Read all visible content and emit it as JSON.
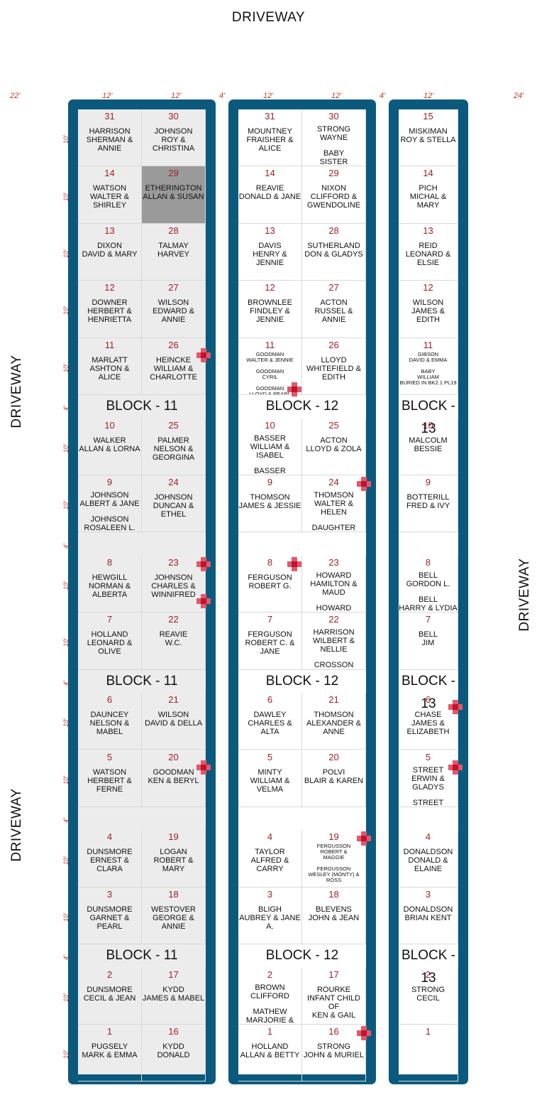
{
  "driveway_label": "DRIVEWAY",
  "block_labels": {
    "b11": "BLOCK - 11",
    "b12": "BLOCK - 12",
    "b13": "BLOCK - 13"
  },
  "dims": {
    "left_margin": "22'",
    "right_margin": "24'",
    "col": "12'",
    "gap": "4'",
    "row10": "10'",
    "row4": "4'"
  },
  "colors": {
    "frame": "#0b5a7e",
    "block11_bg": "#ececec",
    "highlight": "#9a9a9a",
    "number": "#a0202a",
    "cross": "#c8102e"
  },
  "block11": [
    {
      "l": {
        "n": "31",
        "t": "HARRISON\nSHERMAN & ANNIE"
      },
      "r": {
        "n": "30",
        "t": "JOHNSON\nROY & CHRISTINA"
      }
    },
    {
      "l": {
        "n": "14",
        "t": "WATSON\nWALTER & SHIRLEY"
      },
      "r": {
        "n": "29",
        "t": "ETHERINGTON\nALLAN & SUSAN"
      }
    },
    {
      "l": {
        "n": "13",
        "t": "DIXON\nDAVID & MARY"
      },
      "r": {
        "n": "28",
        "t": "TALMAY\nHARVEY"
      }
    },
    {
      "l": {
        "n": "12",
        "t": "DOWNER\nHERBERT &\nHENRIETTA"
      },
      "r": {
        "n": "27",
        "t": "WILSON\nEDWARD & ANNIE"
      }
    },
    {
      "l": {
        "n": "11",
        "t": "MARLATT\nASHTON & ALICE"
      },
      "r": {
        "n": "26",
        "t": "HEINCKE\nWILLIAM &\nCHARLOTTE"
      }
    },
    {
      "l": {
        "n": "10",
        "t": "WALKER\nALLAN & LORNA"
      },
      "r": {
        "n": "25",
        "t": "PALMER\nNELSON &\nGEORGINA"
      }
    },
    {
      "l": {
        "n": "9",
        "t": "JOHNSON\nALBERT & JANE",
        "t2": "JOHNSON\nROSALEEN L."
      },
      "r": {
        "n": "24",
        "t": "JOHNSON\nDUNCAN & ETHEL"
      }
    },
    {
      "l": {
        "n": "8",
        "t": "HEWGILL\nNORMAN &\nALBERTA"
      },
      "r": {
        "n": "23",
        "t": "JOHNSON\nCHARLES &\nWINNIFRED"
      }
    },
    {
      "l": {
        "n": "7",
        "t": "HOLLAND\nLEONARD & OLIVE"
      },
      "r": {
        "n": "22",
        "t": "REAVIE\nW.C."
      }
    },
    {
      "l": {
        "n": "6",
        "t": "DAUNCEY\nNELSON & MABEL"
      },
      "r": {
        "n": "21",
        "t": "WILSON\nDAVID & DELLA"
      }
    },
    {
      "l": {
        "n": "5",
        "t": "WATSON\nHERBERT & FERNE"
      },
      "r": {
        "n": "20",
        "t": "GOODMAN\nKEN & BERYL"
      }
    },
    {
      "l": {
        "n": "4",
        "t": "DUNSMORE\nERNEST & CLARA"
      },
      "r": {
        "n": "19",
        "t": "LOGAN\nROBERT & MARY"
      }
    },
    {
      "l": {
        "n": "3",
        "t": "DUNSMORE\nGARNET & PEARL"
      },
      "r": {
        "n": "18",
        "t": "WESTOVER\nGEORGE & ANNIE"
      }
    },
    {
      "l": {
        "n": "2",
        "t": "DUNSMORE\nCECIL & JEAN"
      },
      "r": {
        "n": "17",
        "t": "KYDD\nJAMES & MABEL"
      }
    },
    {
      "l": {
        "n": "1",
        "t": "PUGSELY\nMARK & EMMA"
      },
      "r": {
        "n": "16",
        "t": "KYDD\nDONALD"
      }
    }
  ],
  "block12": [
    {
      "l": {
        "n": "31",
        "t": "MOUNTNEY\nFRAISHER & ALICE"
      },
      "r": {
        "n": "30",
        "t": "STRONG\nWAYNE",
        "t2": "BABY\nSISTER"
      }
    },
    {
      "l": {
        "n": "14",
        "t": "REAVIE\nDONALD & JANE"
      },
      "r": {
        "n": "29",
        "t": "NIXON\nCLIFFORD &\nGWENDOLINE"
      }
    },
    {
      "l": {
        "n": "13",
        "t": "DAVIS\nHENRY & JENNIE"
      },
      "r": {
        "n": "28",
        "t": "SUTHERLAND\nDON & GLADYS"
      }
    },
    {
      "l": {
        "n": "12",
        "t": "BROWNLEE\nFINDLEY & JENNIE"
      },
      "r": {
        "n": "27",
        "t": "ACTON\nRUSSEL & ANNIE"
      }
    },
    {
      "l": {
        "n": "11",
        "s": "GOODMAN\nWALTER & JENNIE\n\nGOODMAN\nCYRIL\n\nGOODMAN\nLLOYD & PEARL"
      },
      "r": {
        "n": "26",
        "t": "LLOYD\nWHITEFIELD &\nEDITH"
      }
    },
    {
      "l": {
        "n": "10",
        "t": "BASSER\nWILLIAM & ISABEL",
        "t2": "BASSER\nPENNY BELLE"
      },
      "r": {
        "n": "25",
        "t": "ACTON\nLLOYD & ZOLA"
      }
    },
    {
      "l": {
        "n": "9",
        "t": "THOMSON\nJAMES & JESSIE"
      },
      "r": {
        "n": "24",
        "t": "THOMSON\nWALTER & HELEN",
        "t2": "DAUGHTER\nCORLENE"
      }
    },
    {
      "l": {
        "n": "8",
        "t": "FERGUSON\nROBERT  G."
      },
      "r": {
        "n": "23",
        "t": "HOWARD\nHAMILTON & MAUD",
        "t2": "HOWARD\nEMILY MAY"
      }
    },
    {
      "l": {
        "n": "7",
        "t": "FERGUSON\nROBERT  C. & JANE"
      },
      "r": {
        "n": "22",
        "t": "HARRISON\nWILBERT & NELLIE",
        "t2": "CROSSON\nINEZ"
      }
    },
    {
      "l": {
        "n": "6",
        "t": "DAWLEY\nCHARLES & ALTA"
      },
      "r": {
        "n": "21",
        "t": "THOMSON\nALEXANDER &\nANNE"
      }
    },
    {
      "l": {
        "n": "5",
        "t": "MINTY\nWILLIAM & VELMA"
      },
      "r": {
        "n": "20",
        "t": "POLVI\nBLAIR & KAREN"
      }
    },
    {
      "l": {
        "n": "4",
        "t": "TAYLOR\nALFRED & CARRY"
      },
      "r": {
        "n": "19",
        "s": "FERGUSSON\nROBERT &\nMAGGIE\n\nFERGUSSON\nWESLEY (MONTY) &\nROSS"
      }
    },
    {
      "l": {
        "n": "3",
        "t": "BLIGH\nAUBREY & JANE A."
      },
      "r": {
        "n": "18",
        "t": "BLEVENS\nJOHN & JEAN"
      }
    },
    {
      "l": {
        "n": "2",
        "t": "BROWN\nCLIFFORD",
        "t2": "MATHEW\nMARJORIE & BABY"
      },
      "r": {
        "n": "17",
        "t": "ROURKE\nINFANT CHILD\nOF\nKEN & GAIL"
      }
    },
    {
      "l": {
        "n": "1",
        "t": "HOLLAND\nALLAN & BETTY"
      },
      "r": {
        "n": "16",
        "t": "STRONG\nJOHN & MURIEL"
      }
    }
  ],
  "block13": [
    {
      "n": "15",
      "t": "MISKIMAN\nROY & STELLA"
    },
    {
      "n": "14",
      "t": "PICH\nMICHAL & MARY"
    },
    {
      "n": "13",
      "t": "REID\nLEONARD & ELSIE"
    },
    {
      "n": "12",
      "t": "WILSON\nJAMES & EDITH"
    },
    {
      "n": "11",
      "s": "GIBSON\nDAVID & EMMA\n\nBABY\nWILLIAM\nBURIED IN BK2.1 PL19"
    },
    {
      "n": "10",
      "t": "MALCOLM\nBESSIE"
    },
    {
      "n": "9",
      "t": "BOTTERILL\nFRED & IVY"
    },
    {
      "n": "8",
      "t": "BELL\nGORDON L.",
      "t2": "BELL\nHARRY & LYDIA"
    },
    {
      "n": "7",
      "t": "BELL\nJIM"
    },
    {
      "n": "6",
      "t": "CHASE\nJAMES &\nELIZABETH"
    },
    {
      "n": "5",
      "t": "STREET\nERWIN & GLADYS",
      "t2": "STREET\nSTUART"
    },
    {
      "n": "4",
      "t": "DONALDSON\nDONALD & ELAINE"
    },
    {
      "n": "3",
      "t": "DONALDSON\nBRIAN KENT"
    },
    {
      "n": "2",
      "t": "STRONG\nCECIL"
    },
    {
      "n": "1",
      "t": ""
    }
  ]
}
